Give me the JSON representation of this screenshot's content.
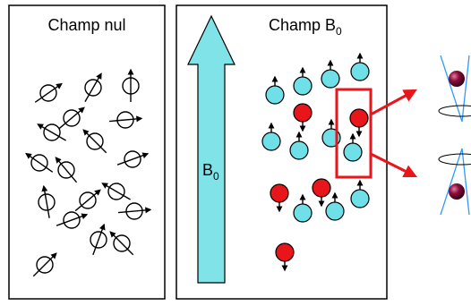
{
  "left_panel": {
    "title": "Champ nul"
  },
  "right_panel": {
    "title_main": "Champ B",
    "title_sub": "0"
  },
  "field_arrow": {
    "label_main": "B",
    "label_sub": "0",
    "color": "#7fe3e8"
  },
  "colors": {
    "proton_up": "#6fe0e8",
    "proton_down": "#e8161b",
    "highlight_box": "#e8161b",
    "cone": "#3399ff",
    "sphere": "#8a0f3a"
  }
}
